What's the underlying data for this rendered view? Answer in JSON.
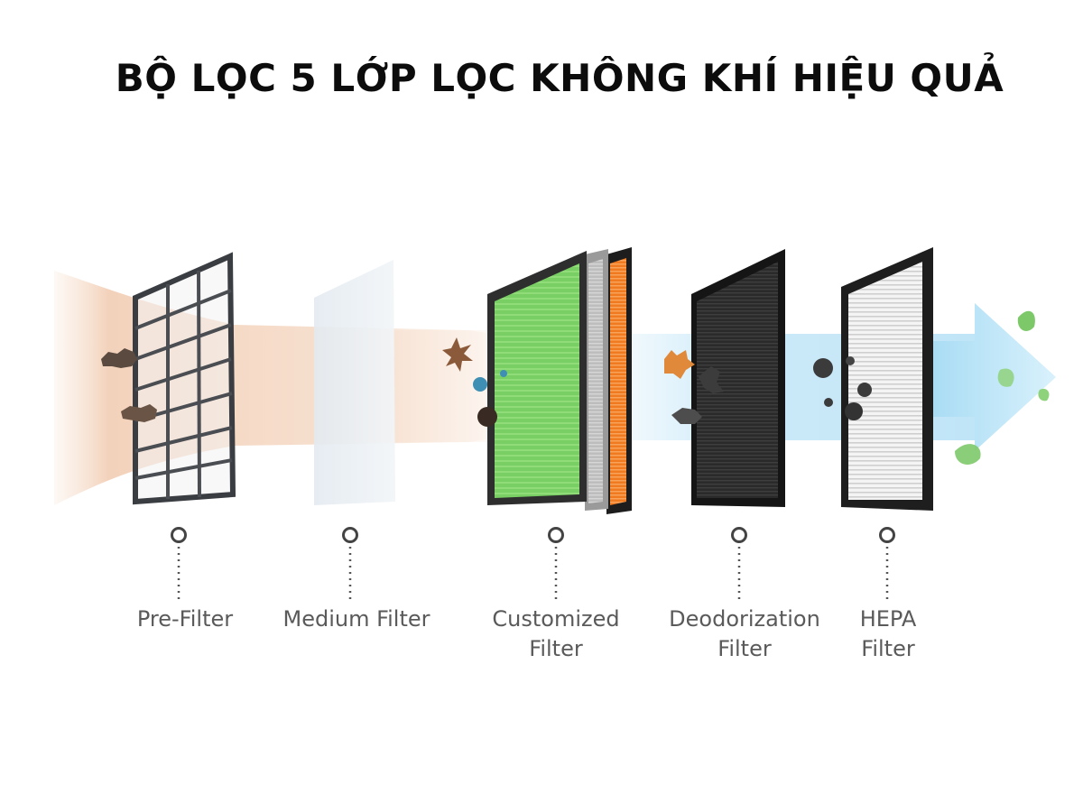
{
  "title": "BỘ LỌC 5 LỚP LỌC KHÔNG KHÍ HIỆU QUẢ",
  "filters": [
    {
      "line1": "Pre-Filter",
      "line2": ""
    },
    {
      "line1": "Medium Filter",
      "line2": ""
    },
    {
      "line1": "Customized",
      "line2": "Filter"
    },
    {
      "line1": "Deodorization",
      "line2": "Filter"
    },
    {
      "line1": "HEPA",
      "line2": "Filter"
    }
  ],
  "colors": {
    "title": "#0c0c0c",
    "label": "#5a5a5a",
    "airflow_dirty": "#f3d8c4",
    "airflow_clean": "#bfe4f6",
    "green_filter": "#7fd26a",
    "orange_filter": "#f07a22",
    "carbon_filter": "#2b2b2b",
    "hepa_frame": "#1e1e1e"
  }
}
